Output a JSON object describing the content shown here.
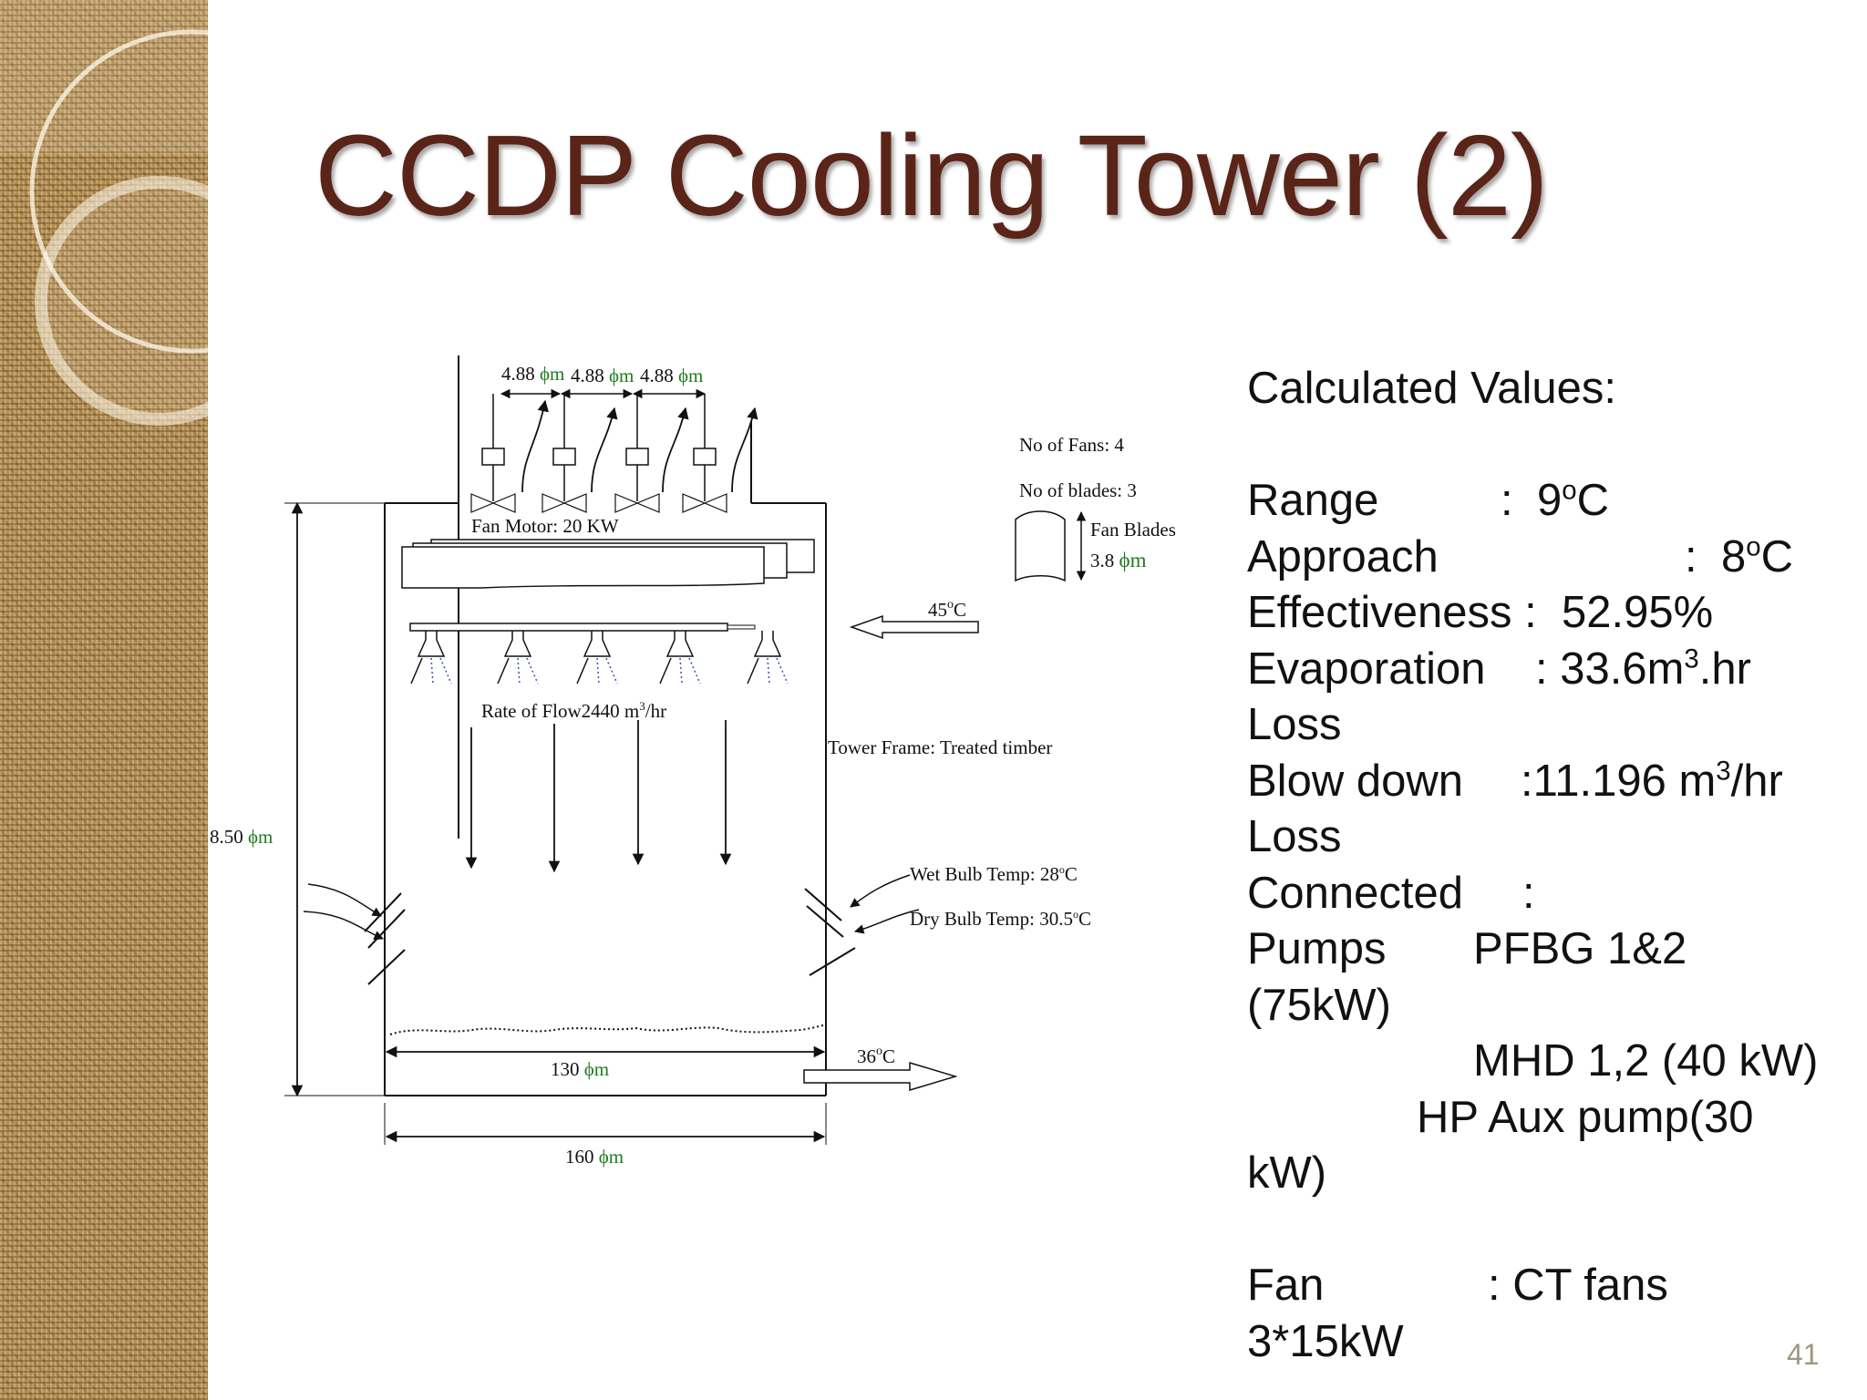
{
  "slide": {
    "title": "CCDP Cooling Tower (2)",
    "page_number": "41"
  },
  "diagram": {
    "fan_spacing_1_value": "4.88",
    "fan_spacing_2_value": "4.88",
    "fan_spacing_3_value": "4.88",
    "dimension_unit": "ϕm",
    "fan_motor": "Fan Motor: 20 KW",
    "no_of_fans": "No of Fans: 4",
    "no_of_blades": "No of blades: 3",
    "fan_blades_label": "Fan Blades",
    "fan_blades_value": "3.8",
    "inlet_temp_value": "45",
    "inlet_temp_unit": "C",
    "flow_rate_prefix": "Rate of Flow2440 m",
    "flow_rate_suffix": "/hr",
    "flow_rate_exp": "3",
    "tower_frame": "Tower Frame: Treated timber",
    "height_value": "8.50",
    "wet_bulb_prefix": "Wet Bulb Temp: 28",
    "wet_bulb_unit": "C",
    "dry_bulb_prefix": "Dry Bulb Temp: 30.5",
    "dry_bulb_unit": "C",
    "basin_width_value": "130",
    "outlet_temp_value": "36",
    "outlet_temp_unit": "C",
    "tower_width_value": "160",
    "degree_mark": "o"
  },
  "values": {
    "heading": "Calculated Values:",
    "range_label": "Range",
    "range_sep": ":",
    "range_value": "9",
    "range_deg": "o",
    "range_unit": "C",
    "approach_label": "Approach",
    "approach_sep": ":",
    "approach_value": "8",
    "approach_deg": "o",
    "approach_unit": "C",
    "effectiveness": "Effectiveness :  52.95%",
    "evaporation_label": "Evaporation",
    "evaporation_value": ": 33.6m",
    "evaporation_exp": "3",
    "evaporation_unit": ".hr",
    "evaporation_label_2": "Loss",
    "blowdown_label": "Blow down",
    "blowdown_value": ":11.196 m",
    "blowdown_exp": "3",
    "blowdown_unit": "/hr",
    "blowdown_label_2": "Loss",
    "connected_label": "Connected",
    "connected_sep": ":",
    "pumps_label": "Pumps",
    "pump_1": "PFBG 1&2",
    "pump_1_power": "(75kW)",
    "pump_2": "MHD 1,2 (40 kW)",
    "pump_3": "HP Aux pump(30",
    "pump_3_cont": "kW)",
    "fan_label": "Fan",
    "fan_value": ": CT fans",
    "fan_power": "3*15kW"
  }
}
